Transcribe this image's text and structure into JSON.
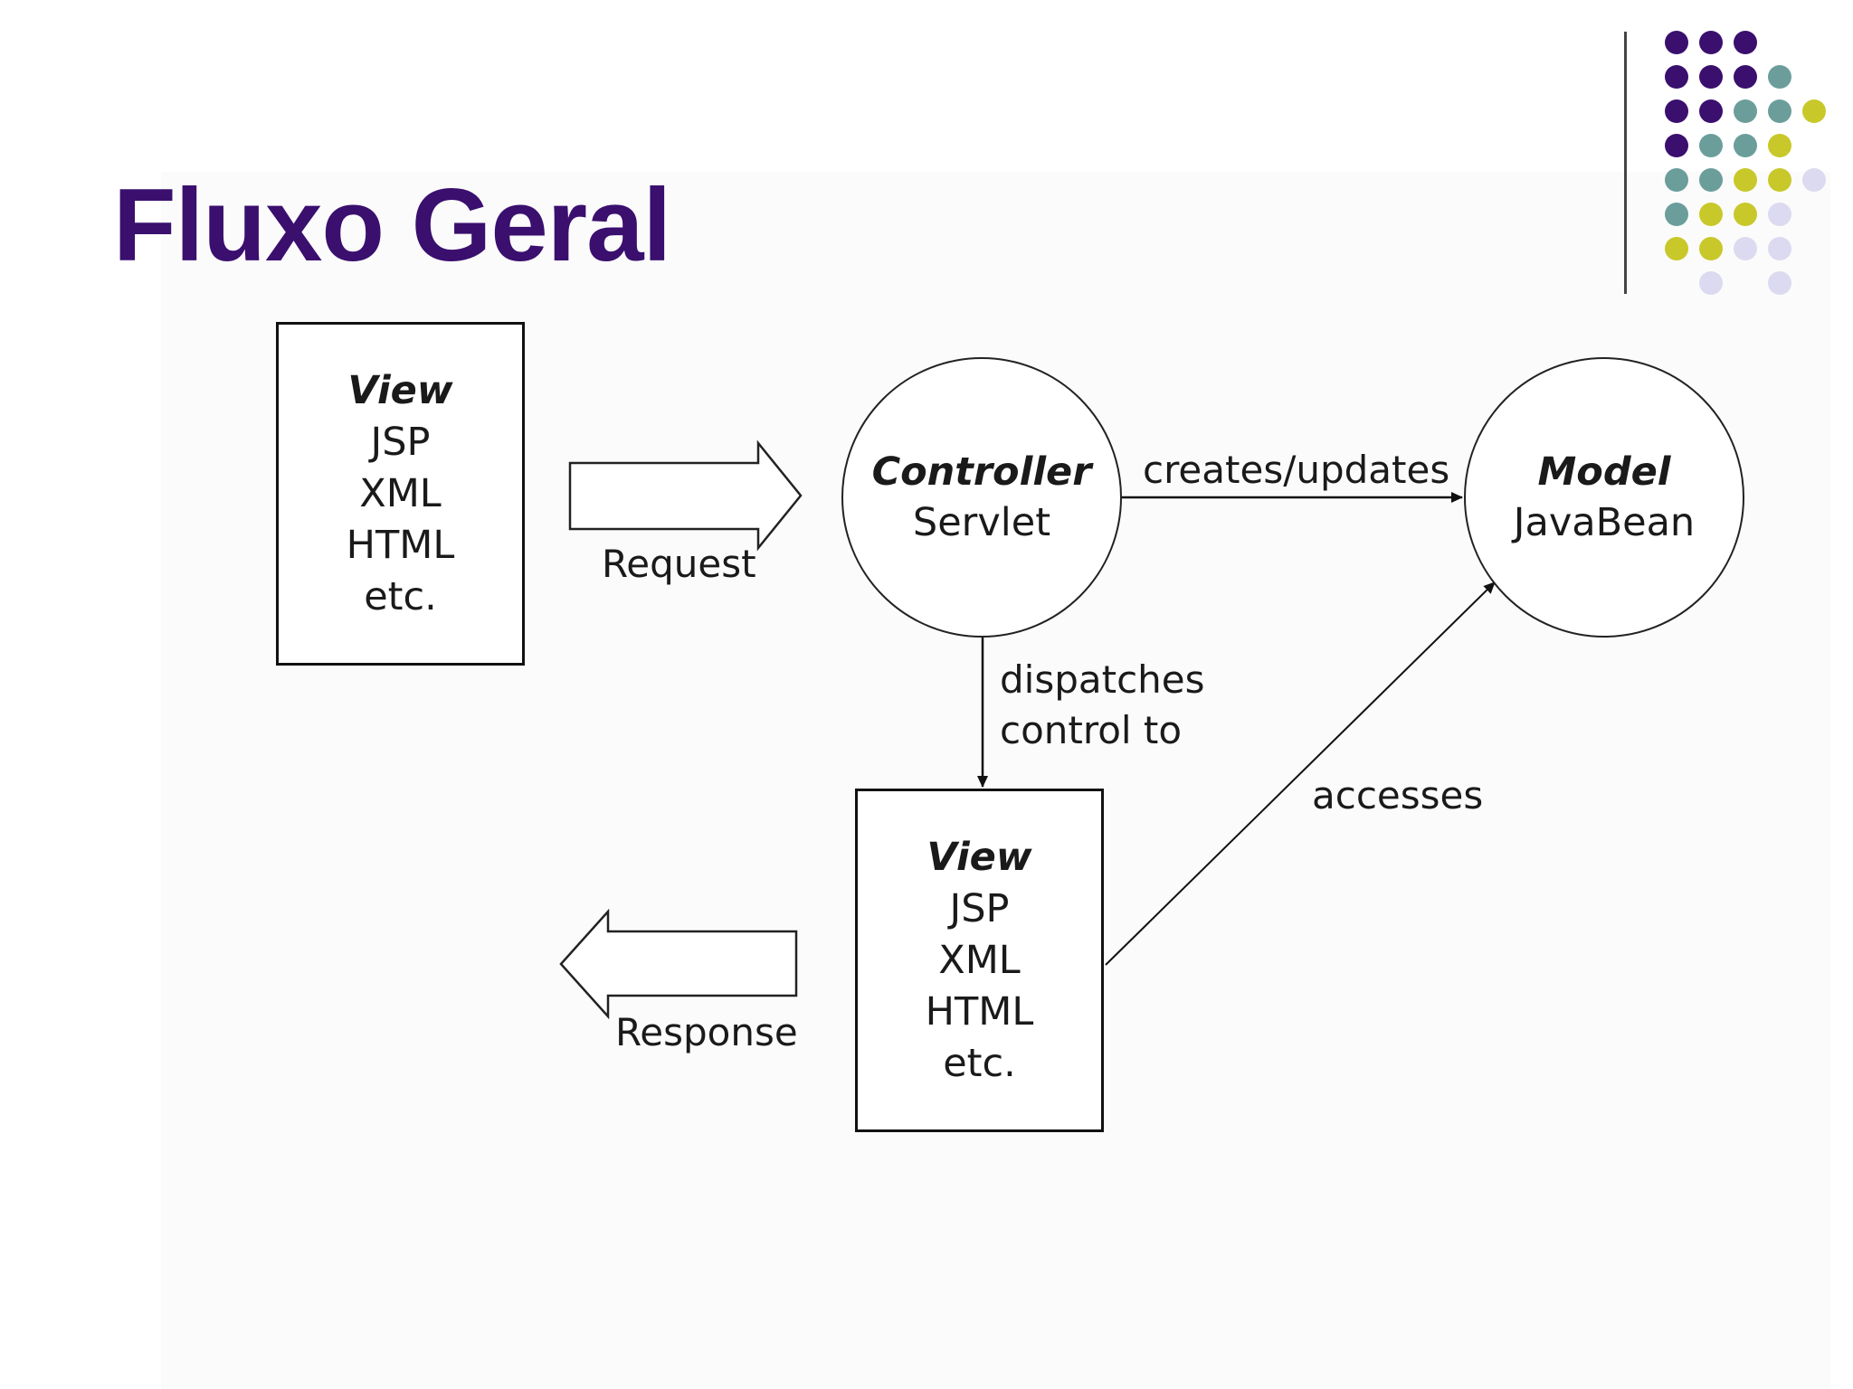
{
  "slide": {
    "title": "Fluxo Geral"
  },
  "decoration": {
    "dot_colors": {
      "purple": "#3a0f6e",
      "teal": "#6b9e9b",
      "lime": "#c8c82a",
      "lavender": "#dcdaf0"
    }
  },
  "diagram": {
    "view_top": {
      "title": "View",
      "lines": [
        "JSP",
        "XML",
        "HTML",
        "etc."
      ]
    },
    "controller": {
      "title": "Controller",
      "subtitle": "Servlet"
    },
    "model": {
      "title": "Model",
      "subtitle": "JavaBean"
    },
    "view_bottom": {
      "title": "View",
      "lines": [
        "JSP",
        "XML",
        "HTML",
        "etc."
      ]
    },
    "labels": {
      "request": "Request",
      "response": "Response",
      "creates_updates": "creates/updates",
      "dispatches_line1": "dispatches",
      "dispatches_line2": "control to",
      "accesses": "accesses"
    }
  }
}
